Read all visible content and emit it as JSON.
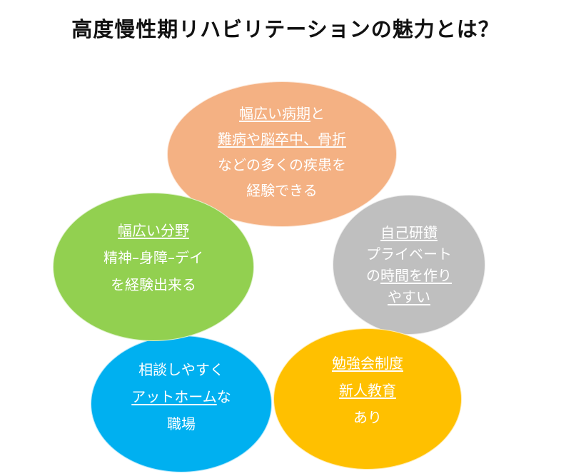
{
  "title": "高度慢性期リハビリテーションの魅力とは？",
  "colors": {
    "orange": "#F4B183",
    "gray": "#BFBFBF",
    "green": "#92D050",
    "blue": "#00B0F0",
    "yellow": "#FFC000"
  },
  "bubbles": {
    "orange": {
      "lines": [
        [
          {
            "t": "幅広い病期",
            "u": true
          },
          {
            "t": "と",
            "u": false
          }
        ],
        [
          {
            "t": "難病や脳卒中、骨折",
            "u": true
          }
        ],
        [
          {
            "t": "などの多くの疾患を",
            "u": false
          }
        ],
        [
          {
            "t": "経験できる",
            "u": false
          }
        ]
      ]
    },
    "gray": {
      "lines": [
        [
          {
            "t": "自己研鑽",
            "u": true
          }
        ],
        [
          {
            "t": "プライベート",
            "u": false
          }
        ],
        [
          {
            "t": "の",
            "u": false
          },
          {
            "t": "時間を作り",
            "u": true
          }
        ],
        [
          {
            "t": "やすい",
            "u": true
          }
        ]
      ]
    },
    "green": {
      "lines": [
        [
          {
            "t": "幅広い分野",
            "u": true
          }
        ],
        [
          {
            "t": "精神–身障–デイ",
            "u": false
          }
        ],
        [
          {
            "t": "を経験出来る",
            "u": false
          }
        ]
      ]
    },
    "blue": {
      "lines": [
        [
          {
            "t": "相談しやすく",
            "u": false
          }
        ],
        [
          {
            "t": "アットホーム",
            "u": true
          },
          {
            "t": "な",
            "u": false
          }
        ],
        [
          {
            "t": "職場",
            "u": false
          }
        ]
      ]
    },
    "yellow": {
      "lines": [
        [
          {
            "t": "勉強会制度",
            "u": true
          }
        ],
        [
          {
            "t": "新人教育",
            "u": true
          }
        ],
        [
          {
            "t": "あり",
            "u": false
          }
        ]
      ]
    }
  }
}
